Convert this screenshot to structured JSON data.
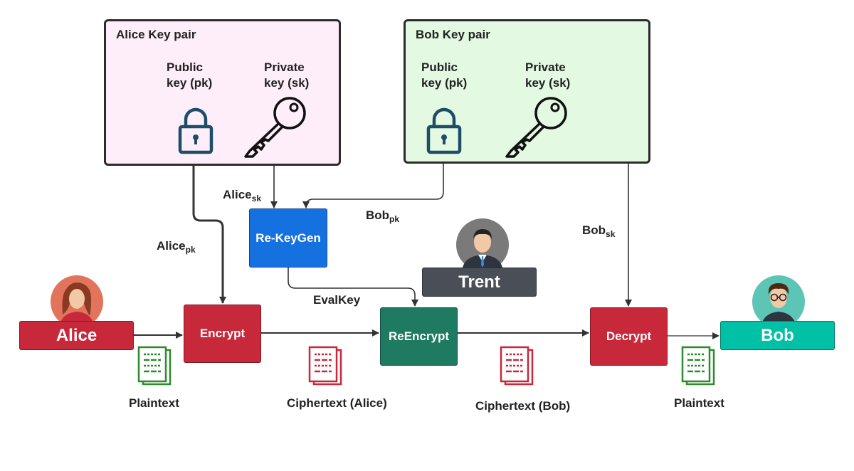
{
  "alice_keypair": {
    "title": "Alice Key pair",
    "public_label": "Public\nkey (pk)",
    "private_label": "Private\nkey (sk)"
  },
  "bob_keypair": {
    "title": "Bob Key pair",
    "public_label": "Public\nkey (pk)",
    "private_label": "Private\nkey (sk)"
  },
  "nodes": {
    "alice": "Alice",
    "bob": "Bob",
    "trent": "Trent",
    "rekeygen": "Re-KeyGen",
    "encrypt": "Encrypt",
    "reencrypt": "ReEncrypt",
    "decrypt": "Decrypt"
  },
  "edge_labels": {
    "alice_sk": {
      "base": "Alice",
      "sub": "sk"
    },
    "bob_pk": {
      "base": "Bob",
      "sub": "pk"
    },
    "alice_pk": {
      "base": "Alice",
      "sub": "pk"
    },
    "bob_sk": {
      "base": "Bob",
      "sub": "sk"
    },
    "evalkey": "EvalKey"
  },
  "documents": {
    "plaintext_left": "Plaintext",
    "ciphertext_alice": "Ciphertext (Alice)",
    "ciphertext_bob": "Ciphertext (Bob)",
    "plaintext_right": "Plaintext"
  },
  "colors": {
    "alice_box_bg": "#fdeefa",
    "bob_box_bg": "#e3f9e1",
    "alice_node": "#c8293a",
    "encrypt_node": "#c8293a",
    "decrypt_node": "#c8293a",
    "rekeygen_node": "#1570e0",
    "reencrypt_node": "#1e7a60",
    "trent_node": "#4a4f57",
    "bob_node": "#00c0a5",
    "lock_icon": "#1e4e67",
    "plaintext_doc": "#2f8a2f",
    "ciphertext_doc": "#c8293a"
  }
}
